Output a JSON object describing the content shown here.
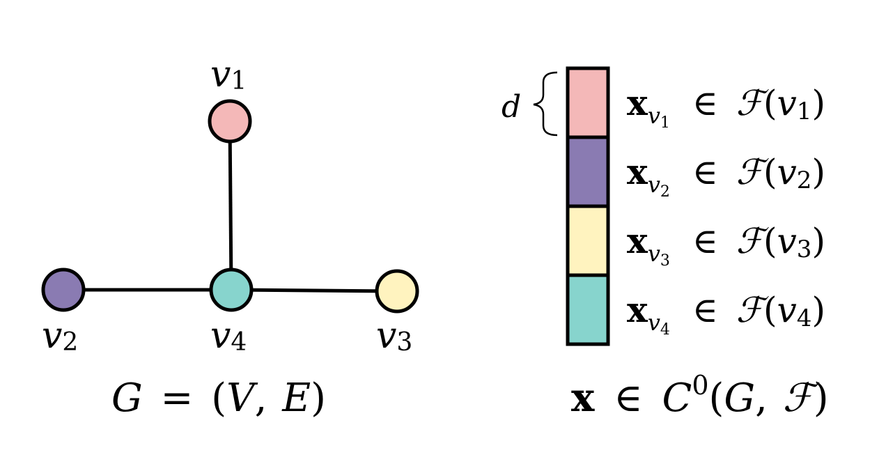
{
  "graph": {
    "nodes": [
      {
        "id": "v1",
        "base": "v",
        "sub": "1",
        "color": "#f4b8b8"
      },
      {
        "id": "v2",
        "base": "v",
        "sub": "2",
        "color": "#8a7bb2"
      },
      {
        "id": "v3",
        "base": "v",
        "sub": "3",
        "color": "#fff3bf"
      },
      {
        "id": "v4",
        "base": "v",
        "sub": "4",
        "color": "#87d4cd"
      }
    ],
    "edges": [
      [
        "v1",
        "v4"
      ],
      [
        "v2",
        "v4"
      ],
      [
        "v4",
        "v3"
      ]
    ],
    "caption": {
      "G": "G",
      "eq": "=",
      "lp": "(",
      "V": "V",
      "comma": ",",
      "E": "E",
      "rp": ")"
    }
  },
  "cochain": {
    "dim_label": "d",
    "blocks": [
      {
        "vec": "x",
        "sub_base": "v",
        "sub_idx": "1",
        "in": "∈",
        "F": "ℱ",
        "lp": "(",
        "arg_base": "v",
        "arg_idx": "1",
        "rp": ")",
        "color": "#f4b8b8"
      },
      {
        "vec": "x",
        "sub_base": "v",
        "sub_idx": "2",
        "in": "∈",
        "F": "ℱ",
        "lp": "(",
        "arg_base": "v",
        "arg_idx": "2",
        "rp": ")",
        "color": "#8a7bb2"
      },
      {
        "vec": "x",
        "sub_base": "v",
        "sub_idx": "3",
        "in": "∈",
        "F": "ℱ",
        "lp": "(",
        "arg_base": "v",
        "arg_idx": "3",
        "rp": ")",
        "color": "#fff3bf"
      },
      {
        "vec": "x",
        "sub_base": "v",
        "sub_idx": "4",
        "in": "∈",
        "F": "ℱ",
        "lp": "(",
        "arg_base": "v",
        "arg_idx": "4",
        "rp": ")",
        "color": "#87d4cd"
      }
    ],
    "caption": {
      "x": "x",
      "in": "∈",
      "C": "C",
      "sup": "0",
      "lp": "(",
      "G": "G",
      "comma": ",",
      "F": "ℱ",
      "rp": ")"
    }
  }
}
